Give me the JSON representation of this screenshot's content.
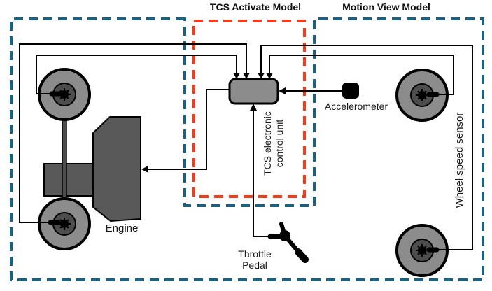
{
  "colors": {
    "teal_border": "#1b607e",
    "red_border": "#f23c1e",
    "ecu_fill": "#8c8c8c",
    "engine_fill": "#595959",
    "wheel_outer": "#8c8c8c",
    "wheel_inner": "#4d4d4d",
    "shaft_fill": "#4d4d4d",
    "line_color": "#000000"
  },
  "regions": {
    "tcs_activate": {
      "title": "TCS Activate Model"
    },
    "motion_view": {
      "title": "Motion View Model"
    }
  },
  "components": {
    "ecu": {
      "label_line1": "TCS electronic",
      "label_line2": "control unit"
    },
    "accelerometer": {
      "label": "Accelerometer"
    },
    "engine": {
      "label": "Engine"
    },
    "throttle_pedal": {
      "label_line1": "Throttle",
      "label_line2": "Pedal"
    },
    "wheel_speed_sensor": {
      "label": "Wheel speed sensor"
    },
    "wheels": {
      "count": 4
    }
  }
}
